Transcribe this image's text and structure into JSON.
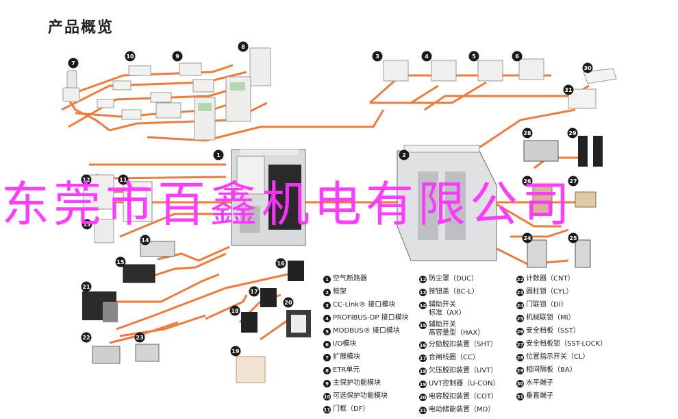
{
  "title": "产品概览",
  "watermark": "东莞市百鑫机电有限公司",
  "colors": {
    "line": "#f07a3a",
    "badge": "#1a1a1a",
    "watermark": "#ff33ff"
  },
  "callouts": [
    "1",
    "2",
    "3",
    "4",
    "5",
    "6",
    "7",
    "8",
    "9",
    "10",
    "11",
    "12",
    "13",
    "14",
    "15",
    "16",
    "17",
    "18",
    "19",
    "20",
    "21",
    "22",
    "23",
    "24",
    "25",
    "26",
    "27",
    "28",
    "29",
    "30",
    "31"
  ],
  "legend": {
    "col1": [
      {
        "n": "1",
        "text": "空气断路器"
      },
      {
        "n": "2",
        "text": "框架"
      },
      {
        "n": "3",
        "text": "CC-Link® 接口模块"
      },
      {
        "n": "4",
        "text": "PROFIBUS-DP 接口模块"
      },
      {
        "n": "5",
        "text": "MODBUS® 接口模块"
      },
      {
        "n": "6",
        "text": "I/O模块"
      },
      {
        "n": "7",
        "text": "扩展模块"
      },
      {
        "n": "8",
        "text": "ETR单元"
      },
      {
        "n": "9",
        "text": "主保护功能模块"
      },
      {
        "n": "10",
        "text": "可选保护功能模块"
      },
      {
        "n": "11",
        "text": "门框（DF）"
      }
    ],
    "col2": [
      {
        "n": "12",
        "text": "防尘罩（DUC）"
      },
      {
        "n": "13",
        "text": "按钮盖（BC-L）"
      },
      {
        "n": "14",
        "text": "辅助开关",
        "text2": "标准（AX）"
      },
      {
        "n": "15",
        "text": "辅助开关",
        "text2": "高容量型（HAX）"
      },
      {
        "n": "16",
        "text": "分励脱扣装置（SHT）"
      },
      {
        "n": "17",
        "text": "合闸线圈（CC）"
      },
      {
        "n": "18",
        "text": "欠压脱扣装置（UVT）"
      },
      {
        "n": "19",
        "text": "UVT控制器（U-CON）"
      },
      {
        "n": "20",
        "text": "电容脱扣装置（COT）"
      },
      {
        "n": "21",
        "text": "电动储能装置（MD）"
      }
    ],
    "col3": [
      {
        "n": "22",
        "text": "计数器（CNT）"
      },
      {
        "n": "23",
        "text": "圆柱锁（CYL）"
      },
      {
        "n": "24",
        "text": "门联锁（DI）"
      },
      {
        "n": "25",
        "text": "机械联锁（MI）"
      },
      {
        "n": "26",
        "text": "安全档板（SST）"
      },
      {
        "n": "27",
        "text": "安全档板锁（SST-LOCK）"
      },
      {
        "n": "28",
        "text": "位置指示开关（CL）"
      },
      {
        "n": "29",
        "text": "相间隔板（BA）"
      },
      {
        "n": "30",
        "text": "水平端子"
      },
      {
        "n": "31",
        "text": "垂直端子"
      }
    ]
  }
}
